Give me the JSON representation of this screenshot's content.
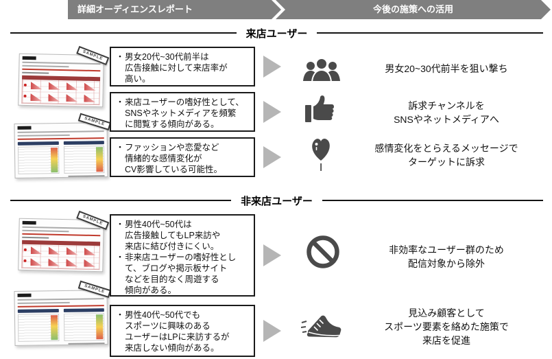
{
  "colors": {
    "header_bar": "#7f7f7f",
    "flow_arrow": "#b5b5b5",
    "icon_gray": "#4a4a4a",
    "box_border": "#1a1a1a",
    "report_accent_red": "#c0392b",
    "heat_red": "#dd5f4b",
    "heat_yellow": "#f6d154",
    "heat_green": "#8bbf6e"
  },
  "header": {
    "left_step": "詳細オーディエンスレポート",
    "right_step": "今後の施策への活用"
  },
  "bullet_marker": "・",
  "sample_stamp": "SAMPLE",
  "sections": [
    {
      "title": "来店ユーザー",
      "rows": [
        {
          "findings": [
            {
              "lines": [
                "男女20代~30代前半は",
                "広告接触に対して来店率が",
                "高い。"
              ]
            }
          ],
          "icon": "people-group-icon",
          "action_lines": [
            "男女20~30代前半を狙い撃ち"
          ]
        },
        {
          "findings": [
            {
              "lines": [
                "来店ユーザーの嗜好性として、",
                "SNSやネットメディアを頻繁",
                "に閲覧する傾向がある。"
              ]
            }
          ],
          "icon": "thumbs-up-icon",
          "action_lines": [
            "訴求チャンネルを",
            "SNSやネットメディアへ"
          ]
        },
        {
          "findings": [
            {
              "lines": [
                "ファッションや恋愛など",
                "情緒的な感情変化が",
                "CV影響している可能性。"
              ]
            }
          ],
          "icon": "heart-balloon-icon",
          "action_lines": [
            "感情変化をとらえるメッセージで",
            "ターゲットに訴求"
          ]
        }
      ]
    },
    {
      "title": "非来店ユーザー",
      "rows": [
        {
          "findings": [
            {
              "lines": [
                "男性40代~50代は",
                "広告接触してもLP来訪や",
                "来店に結び付きにくい。"
              ]
            },
            {
              "lines": [
                "非来店ユーザーの嗜好性とし",
                "て、ブログや掲示板サイト",
                "などを目的なく周遊する",
                "傾向がある。"
              ]
            }
          ],
          "icon": "prohibited-icon",
          "action_lines": [
            "非効率なユーザー群のため",
            "配信対象から除外"
          ]
        },
        {
          "findings": [
            {
              "lines": [
                "男性40代~50代でも",
                "スポーツに興味のある",
                "ユーザーはLPに来訪するが",
                "来店しない傾向がある。"
              ]
            }
          ],
          "icon": "sneaker-icon",
          "action_lines": [
            "見込み顧客として",
            "スポーツ要素を絡めた施策で",
            "来店を促進"
          ]
        }
      ]
    }
  ]
}
